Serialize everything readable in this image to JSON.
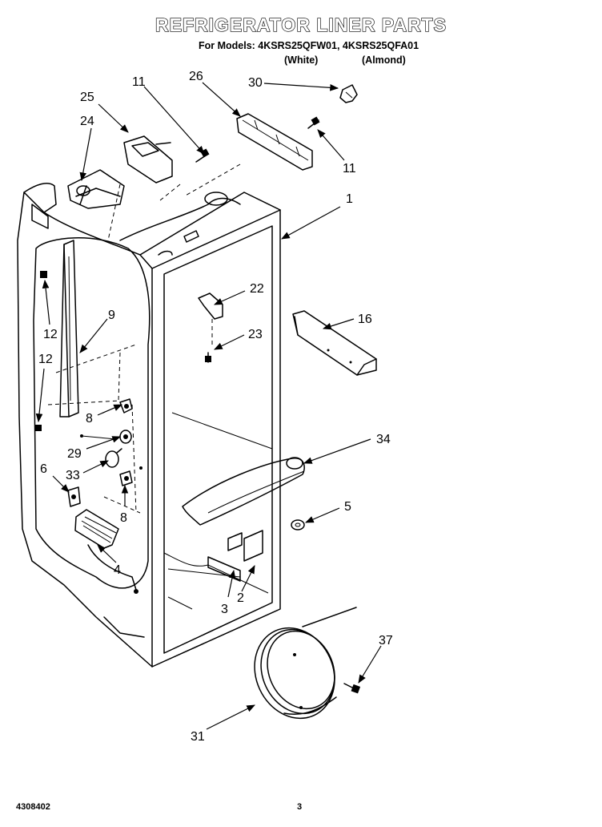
{
  "title": "REFRIGERATOR LINER PARTS",
  "models_line": "For Models: 4KSRS25QFW01, 4KSRS25QFA01",
  "variants": [
    "(White)",
    "(Almond)"
  ],
  "callouts": [
    "1",
    "2",
    "3",
    "4",
    "5",
    "6",
    "8",
    "8",
    "9",
    "11",
    "11",
    "12",
    "12",
    "16",
    "22",
    "23",
    "24",
    "25",
    "26",
    "29",
    "30",
    "31",
    "33",
    "34",
    "37"
  ],
  "footer": {
    "doc_number": "4308402",
    "page": "3"
  }
}
